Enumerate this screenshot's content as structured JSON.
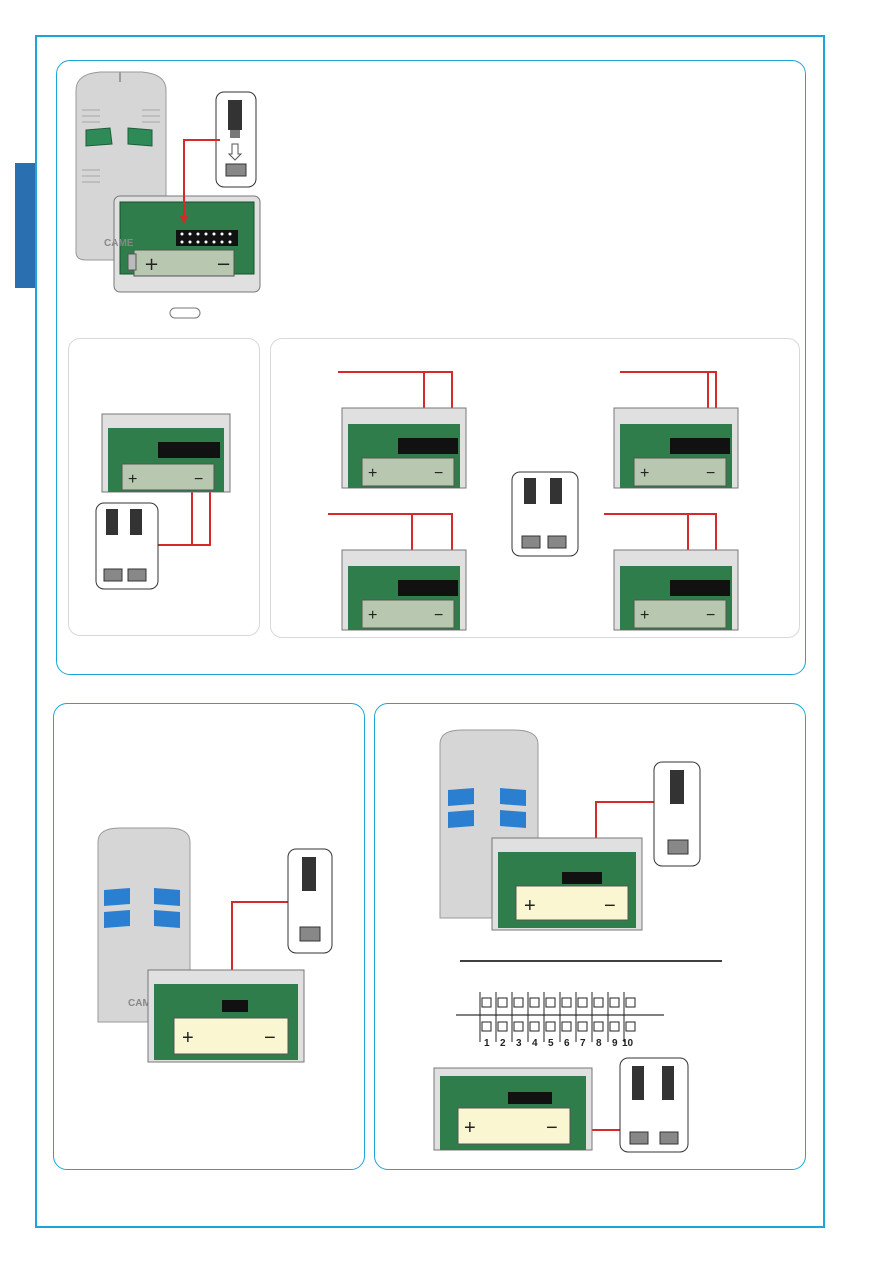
{
  "logo_text": "CAME",
  "battery": {
    "plus": "+",
    "minus": "−"
  },
  "dip_numbers": [
    "1",
    "2",
    "3",
    "4",
    "5",
    "6",
    "7",
    "8",
    "9",
    "10"
  ],
  "colors": {
    "frame": "#1aa6d8",
    "tab": "#2a6fb0",
    "wire": "#d42a2a",
    "pcb": "#2e7d4a",
    "button_green": "#2e8b57",
    "button_blue": "#2b7fd0",
    "battery_yellow": "#fbf6d2",
    "battery_gray": "#b7c7b0"
  }
}
